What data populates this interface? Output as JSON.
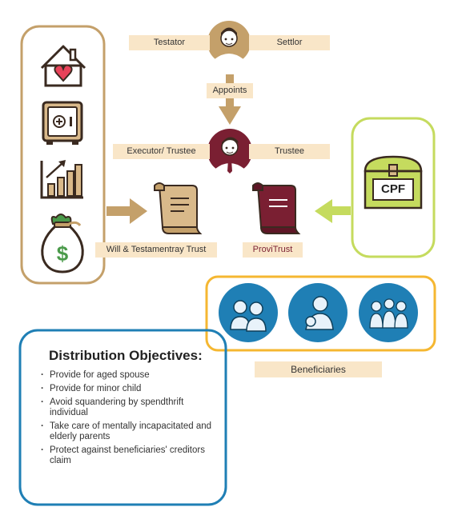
{
  "roles": {
    "testator": "Testator",
    "settlor": "Settlor",
    "appoints": "Appoints",
    "executor_trustee": "Executor/ Trustee",
    "trustee": "Trustee"
  },
  "documents": {
    "will_label": "Will & Testamentray Trust",
    "provitrust_label": "ProviTrust"
  },
  "cpf_label": "CPF",
  "beneficiaries_label": "Beneficiaries",
  "distribution": {
    "title": "Distribution Objectives:",
    "items": [
      "Provide for aged spouse",
      "Provide for minor child",
      "Avoid squandering by spendthrift individual",
      "Take care of mentally incapacitated and elderly parents",
      "Protect against beneficiaries' creditors claim"
    ]
  },
  "colors": {
    "gold": "#c4a06a",
    "maroon": "#7a1f32",
    "lime": "#c5db5e",
    "blue": "#1f7fb5",
    "orange": "#f5b731",
    "pill_bg": "#f9e6c8"
  },
  "icons": [
    "house-heart-icon",
    "safe-icon",
    "growth-chart-icon",
    "money-bag-icon",
    "cpf-chest-icon",
    "scroll-icon"
  ]
}
